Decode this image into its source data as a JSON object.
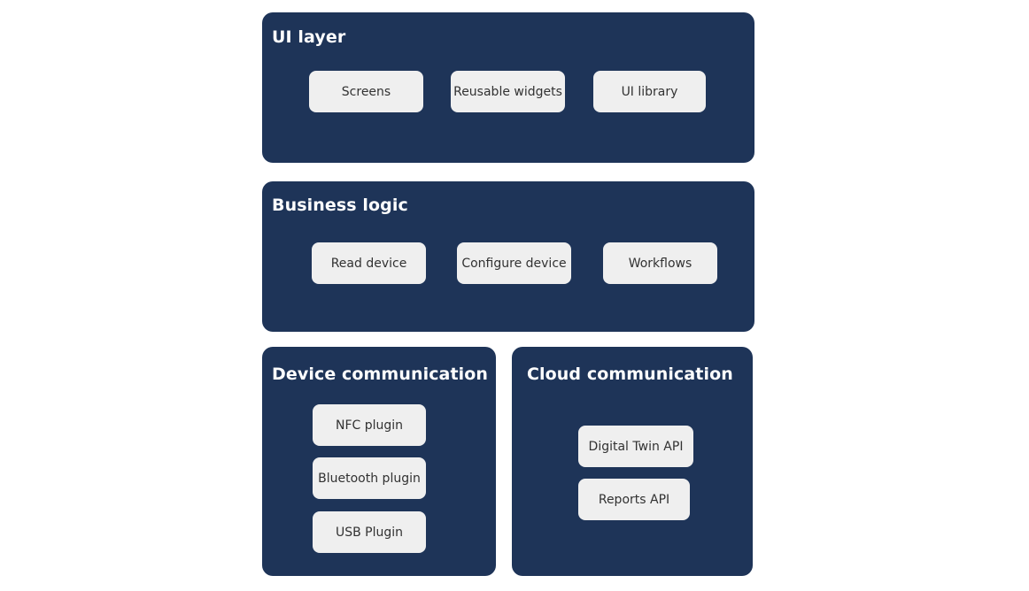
{
  "diagram": {
    "type": "layered-architecture",
    "colors": {
      "page_background": "#ffffff",
      "card_background": "#1e3458",
      "card_title_text": "#ffffff",
      "chip_background": "#efefef",
      "chip_text": "#323232"
    },
    "cards": [
      {
        "id": "ui-layer",
        "title": "UI layer",
        "chips": [
          {
            "id": "screens",
            "label": "Screens"
          },
          {
            "id": "reusable-widgets",
            "label": "Reusable widgets"
          },
          {
            "id": "ui-library",
            "label": "UI library"
          }
        ]
      },
      {
        "id": "business-logic",
        "title": "Business logic",
        "chips": [
          {
            "id": "read-device",
            "label": "Read device"
          },
          {
            "id": "configure-device",
            "label": "Configure device"
          },
          {
            "id": "workflows",
            "label": "Workflows"
          }
        ]
      },
      {
        "id": "device-communication",
        "title": "Device communication",
        "chips": [
          {
            "id": "nfc-plugin",
            "label": "NFC plugin"
          },
          {
            "id": "bluetooth-plugin",
            "label": "Bluetooth plugin"
          },
          {
            "id": "usb-plugin",
            "label": "USB Plugin"
          }
        ]
      },
      {
        "id": "cloud-communication",
        "title": "Cloud communication",
        "chips": [
          {
            "id": "digital-twin-api",
            "label": "Digital Twin API"
          },
          {
            "id": "reports-api",
            "label": "Reports API"
          }
        ]
      }
    ]
  }
}
